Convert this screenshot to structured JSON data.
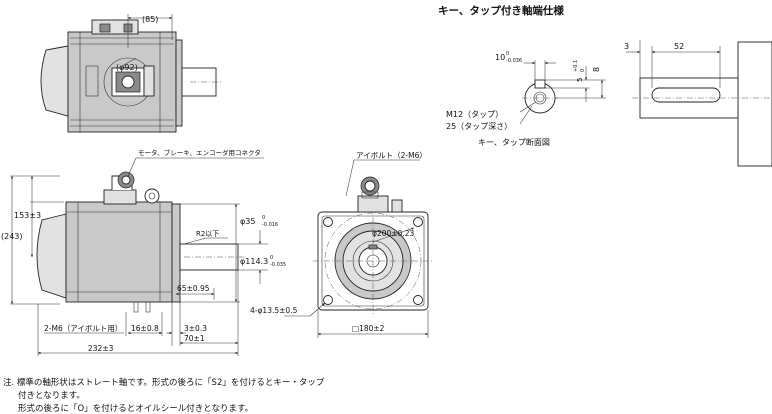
{
  "title": "キー、タップ付き軸端仕様",
  "top_view": {
    "dim_85": "(85)",
    "dim_92": "(φ92)"
  },
  "side_view": {
    "connector_label": "モータ、ブレーキ、エンコーダ用コネクタ",
    "dim_153": "153±3",
    "dim_243": "(243)",
    "shaft_dia_main": "φ35",
    "shaft_dia_tol_top": "0",
    "shaft_dia_tol_bot": "-0.016",
    "fillet": "R2以下",
    "pilot_dia_main": "φ114.3",
    "pilot_dia_tol_top": "0",
    "pilot_dia_tol_bot": "-0.035",
    "dim_65": "65±0.95",
    "eyebolt_holes": "2-M6（アイボルト用）",
    "dim_16": "16±0.8",
    "dim_3": "3±0.3",
    "dim_232": "232±3",
    "dim_70": "70±1"
  },
  "front_view": {
    "eyebolt_label": "アイボルト（2-M6）",
    "pcd": "φ200±0.23",
    "mount_holes": "4-φ13.5±0.5",
    "flange": "□180±2"
  },
  "key_detail": {
    "key_width_main": "10",
    "key_width_tol_top": "0",
    "key_width_tol_bot": "-0.036",
    "key_depth_main": "5",
    "key_depth_tol_top": "+0.1",
    "key_depth_tol_bot": "0",
    "dim_8": "8",
    "tap_label": "M12（タップ）",
    "tap_depth": "25（タップ深さ）",
    "section_label": "キー、タップ断面図",
    "dim_3": "3",
    "dim_52": "52"
  },
  "note": {
    "line1": "注. 標準の軸形状はストレート軸です。形式の後ろに「S2」を付けるとキー・タップ",
    "line2": "付きとなります。",
    "line3": "形式の後ろに「O」を付けるとオイルシール付きとなります。"
  }
}
